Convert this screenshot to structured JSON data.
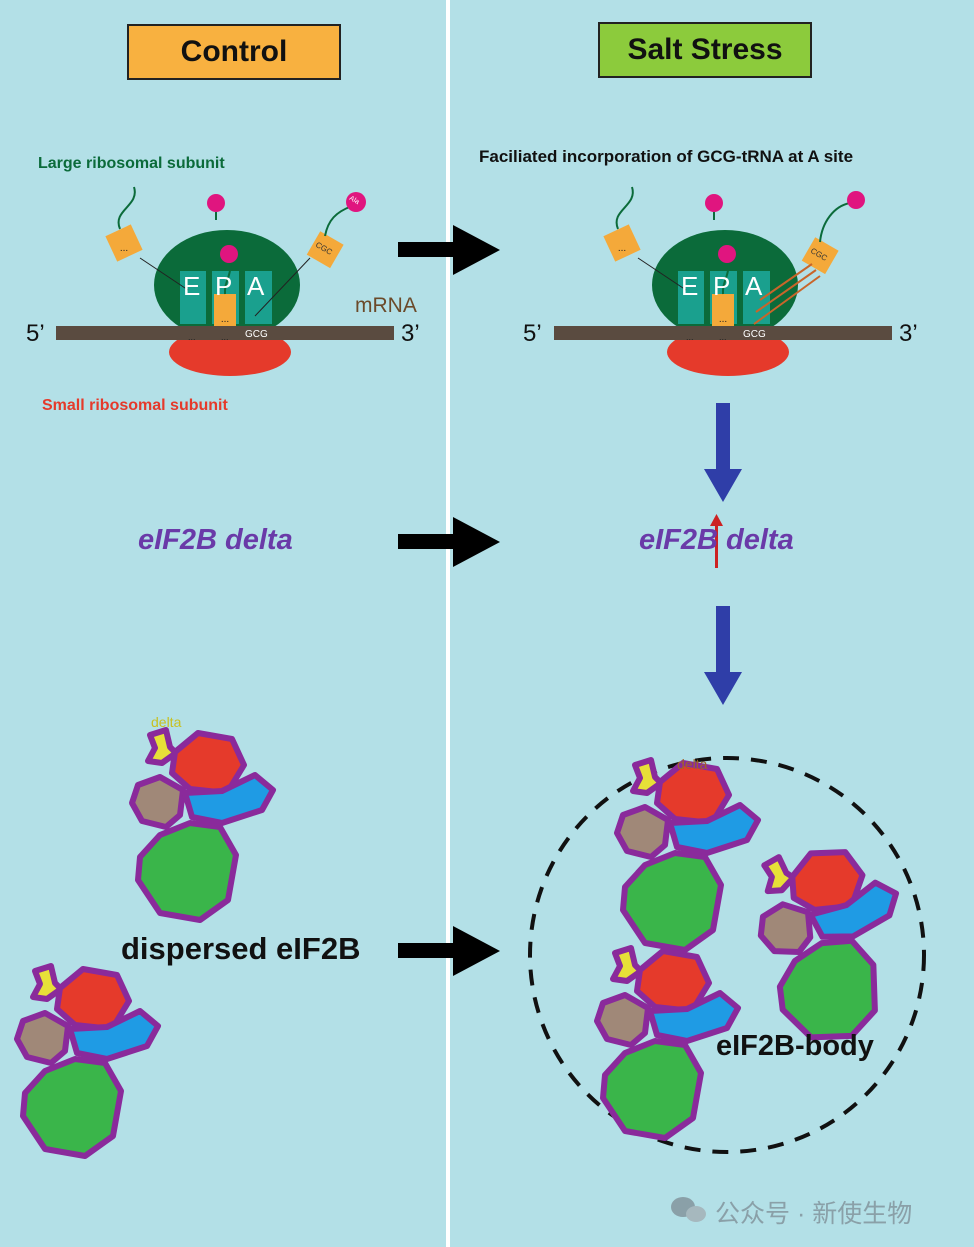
{
  "panels": {
    "control": {
      "title": "Control",
      "title_color": "#f8b140"
    },
    "salt": {
      "title": "Salt Stress",
      "title_color": "#8ccb3c"
    }
  },
  "ribosome": {
    "large_subunit_label": "Large ribosomal subunit",
    "small_subunit_label": "Small ribosomal subunit",
    "mrna_label": "mRNA",
    "five_prime": "5’",
    "three_prime": "3’",
    "sites": [
      "E",
      "P",
      "A"
    ],
    "codon": "GCG",
    "anticodon": "CGC",
    "dots": "...",
    "ala_label": "Ala",
    "incorporation_caption": "Faciliated incorporation of GCG-tRNA at A site"
  },
  "gene": {
    "label": "eIF2B delta"
  },
  "complex": {
    "subunit_label": "delta",
    "dispersed_label": "dispersed eIF2B",
    "body_label": "eIF2B-body"
  },
  "watermark": {
    "text": "公众号 · 新使生物"
  },
  "colors": {
    "background": "#b3e0e7",
    "large_subunit": "#0b6b3a",
    "small_subunit": "#e53a2b",
    "site_box": "#1aa08e",
    "p_trna": "#f4a93a",
    "mrna": "#5a4b40",
    "amino_acid": "#e0157f",
    "gene_text": "#6a3aa8",
    "blue_arrow": "#2f3ea8",
    "up_arrow": "#cc2222",
    "outline": "#8a2a9b"
  }
}
